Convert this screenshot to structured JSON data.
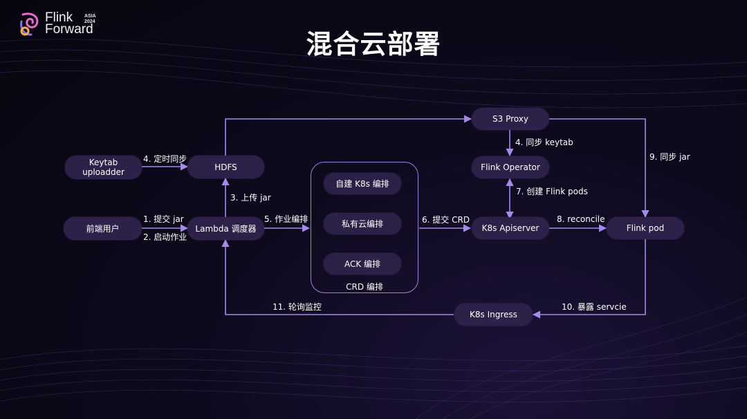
{
  "logo": {
    "line1": "Flink",
    "line2": "Forward",
    "badge_line1": "ASIA",
    "badge_line2": "2024"
  },
  "title": "混合云部署",
  "nodes": {
    "keytab": "Keytab\nuploadder",
    "hdfs": "HDFS",
    "frontend_user": "前端用户",
    "lambda": "Lambda 调度器",
    "self_k8s": "自建 K8s 编排",
    "private_cloud": "私有云编排",
    "ack": "ACK 编排",
    "crd_group": "CRD 编排",
    "s3_proxy": "S3 Proxy",
    "flink_operator": "Flink Operator",
    "k8s_apiserver": "K8s Apiserver",
    "flink_pod": "Flink pod",
    "k8s_ingress": "K8s Ingress"
  },
  "edges": {
    "e4_timed_sync": "4. 定时同步",
    "e1_submit_jar": "1. 提交 jar",
    "e2_start_job": "2. 启动作业",
    "e3_upload_jar": "3. 上传 jar",
    "e5_job_orchestration": "5. 作业编排",
    "e6_submit_crd": "6. 提交 CRD",
    "e4_sync_keytab": "4. 同步 keytab",
    "e7_create_pods": "7. 创建 Flink pods",
    "e8_reconcile": "8. reconcile",
    "e9_sync_jar": "9. 同步 jar",
    "e10_expose_service": "10. 暴露 servcie",
    "e11_poll_monitor": "11. 轮询监控"
  },
  "colors": {
    "accent": "#a58aea",
    "node_fill": "#2d2149",
    "background": "#0b0918"
  }
}
